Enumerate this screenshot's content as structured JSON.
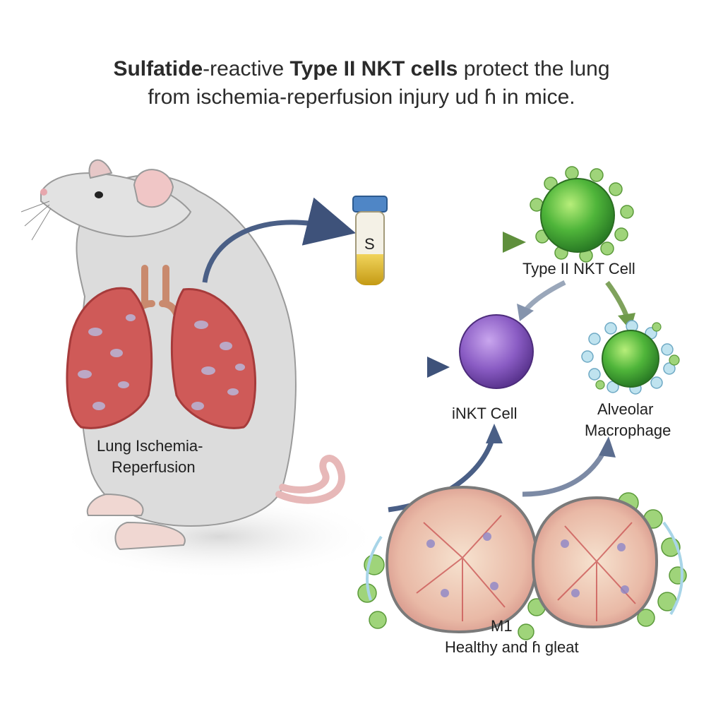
{
  "title": {
    "line1_bold_a": "Sulfatide",
    "line1_rest_a": "-reactive ",
    "line1_bold_b": "Type II NKT cells",
    "line1_rest_b": " protect the lung",
    "line2": "from ischemia-reperfusion injury ud ɦ in mice."
  },
  "labels": {
    "vial": "S",
    "type2_nkt": "Type II NKT Cell",
    "inkt": "iNKT Cell",
    "macrophage_line1": "Alveolar",
    "macrophage_line2": "Macrophage",
    "mouse_line1": "Lung Ischemia-",
    "mouse_line2": "Reperfusion",
    "bottom_line1": "M1",
    "bottom_line2": "Healthy and ɦ gleat"
  },
  "colors": {
    "nkt_green": "#4fae3a",
    "inkt_purple": "#8a5cc4",
    "arrow_blue": "#4a5f86",
    "arrow_green": "#6f9a4a",
    "lung_red": "#c95050",
    "fur": "#d9d9d9"
  }
}
